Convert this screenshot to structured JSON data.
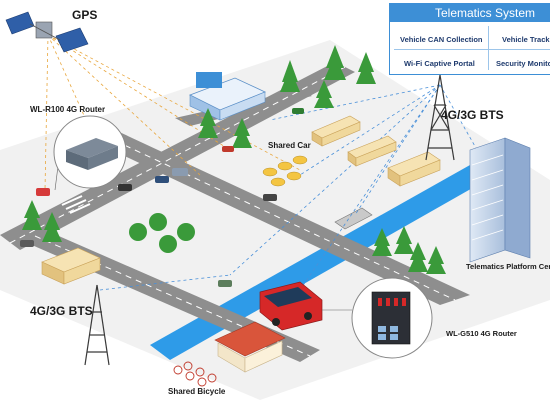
{
  "labels": {
    "gps": "GPS",
    "router_r100": "WL-R100 4G Router",
    "bts_right": "4G/3G BTS",
    "bts_left": "4G/3G BTS",
    "shared_car": "Shared Car",
    "platform": "Telematics Platform Cent",
    "router_g510": "WL-G510 4G Router",
    "shared_bicycle": "Shared Bicycle"
  },
  "telematics": {
    "title": "Telematics System",
    "items": [
      "Vehicle CAN Collection",
      "Vehicle Trackin",
      "Wi-Fi Captive Portal",
      "Security Monitor"
    ]
  },
  "colors": {
    "road": "#8a8a8a",
    "ground": "#f2f2f2",
    "river": "#2e9be8",
    "accent": "#3d8fd6",
    "link_orange": "#e8a63c",
    "link_blue": "#4a90d9"
  }
}
